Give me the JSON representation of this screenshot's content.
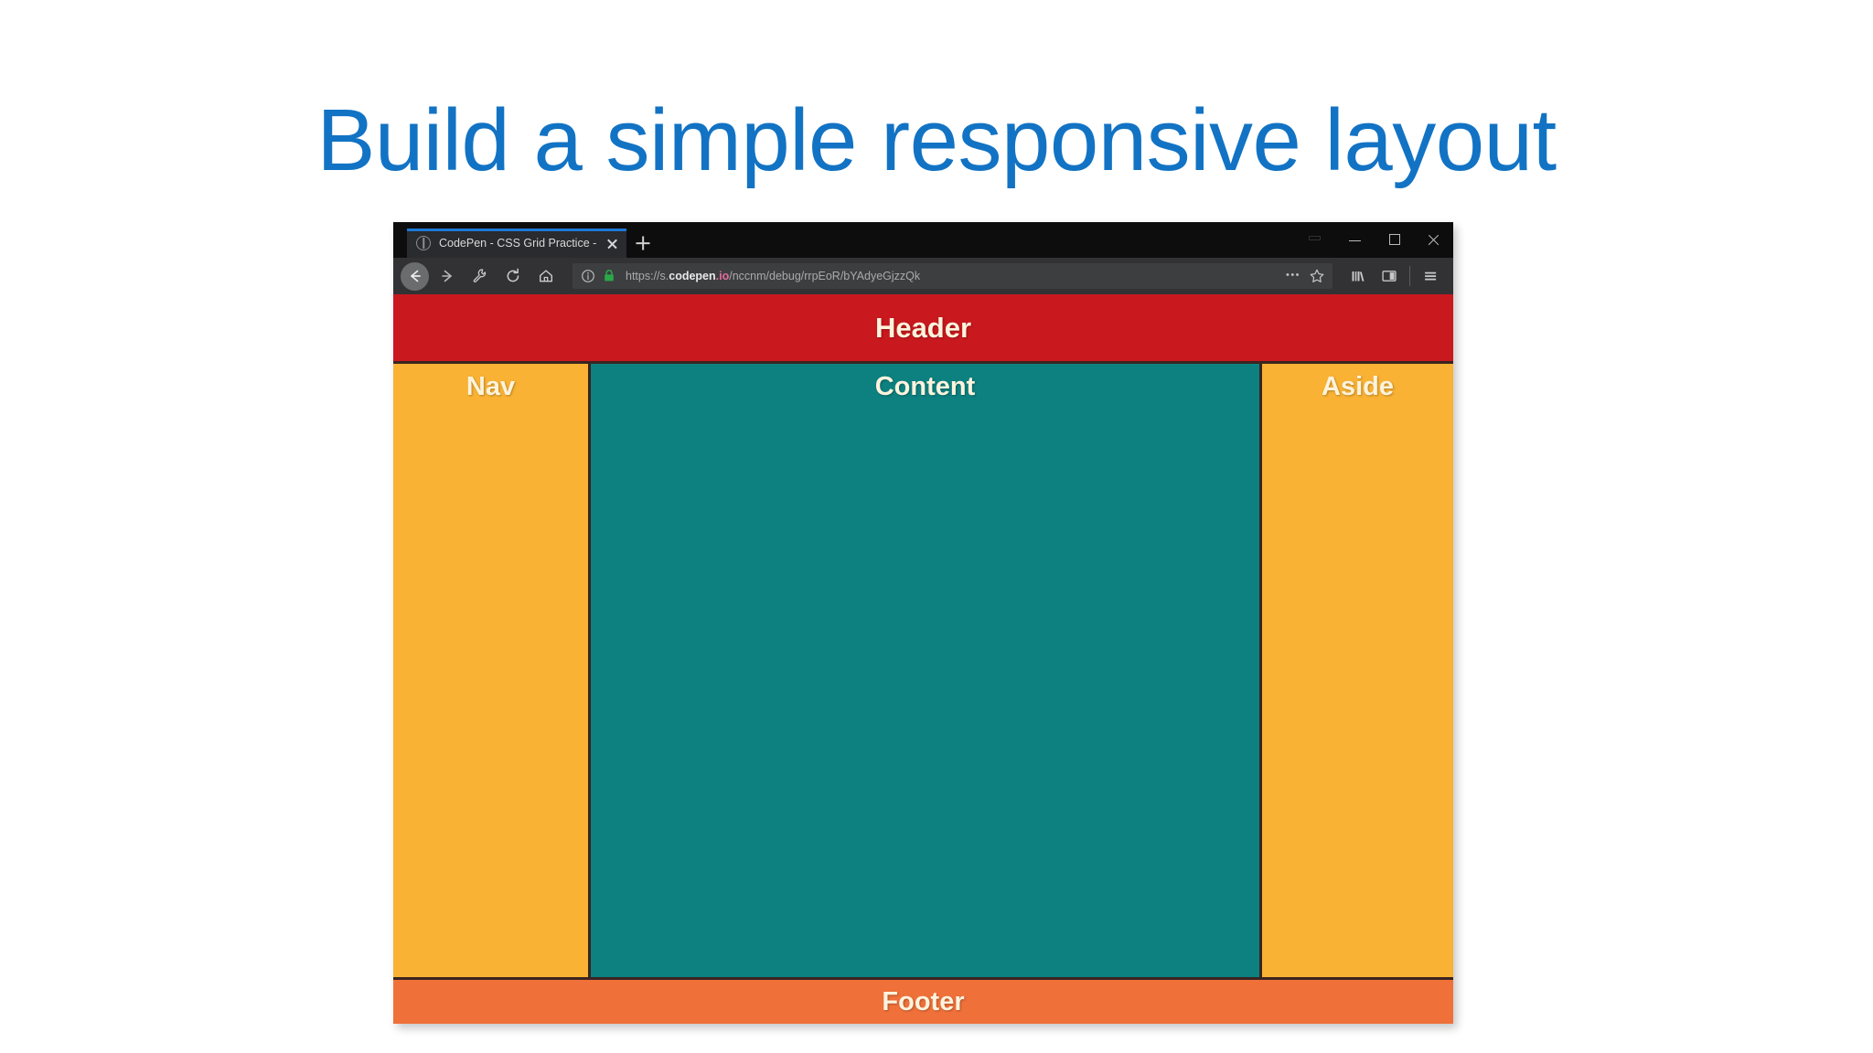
{
  "slide": {
    "title": "Build a simple responsive layout",
    "title_color": "#1273C4",
    "background": "#FFFFFF"
  },
  "browser": {
    "app": "firefox",
    "tab_strip": {
      "tabs": [
        {
          "title": "CodePen - CSS Grid Practice - |",
          "favicon": "codepen-favicon",
          "active": true,
          "close_label": "close-tab"
        }
      ],
      "new_tab_label": "+",
      "active_tab_accent": "#1B79D6"
    },
    "window_controls": {
      "restore_label": "restore",
      "minimize_label": "minimize",
      "maximize_label": "maximize",
      "close_label": "close"
    },
    "toolbar": {
      "back_label": "back-icon",
      "forward_label": "forward-icon",
      "tools_label": "wrench-icon",
      "reload_label": "reload-icon",
      "home_label": "home-icon",
      "page_actions_label": "ellipsis-icon",
      "bookmark_label": "star-icon",
      "library_label": "library-icon",
      "sidebar_label": "sidebar-icon",
      "menu_label": "hamburger-menu-icon"
    },
    "urlbar": {
      "info_icon": "site-information-icon",
      "lock_icon": "padlock-icon",
      "scheme": "https://s.",
      "domain": "codepen",
      "tld": ".io",
      "path": "/nccnm/debug/rrpEoR/bYAdyeGjzzQk",
      "full_url": "https://s.codepen.io/nccnm/debug/rrpEoR/bYAdyeGjzzQk"
    }
  },
  "page": {
    "layout_type": "css-grid",
    "regions": [
      {
        "name": "header",
        "label": "Header",
        "color": "#C9181E"
      },
      {
        "name": "nav",
        "label": "Nav",
        "color": "#F9B233"
      },
      {
        "name": "content",
        "label": "Content",
        "color": "#0D8080"
      },
      {
        "name": "aside",
        "label": "Aside",
        "color": "#F9B233"
      },
      {
        "name": "footer",
        "label": "Footer",
        "color": "#F0703A"
      }
    ],
    "text_color": "#FDF3DC",
    "gap_color": "#3A2420"
  }
}
